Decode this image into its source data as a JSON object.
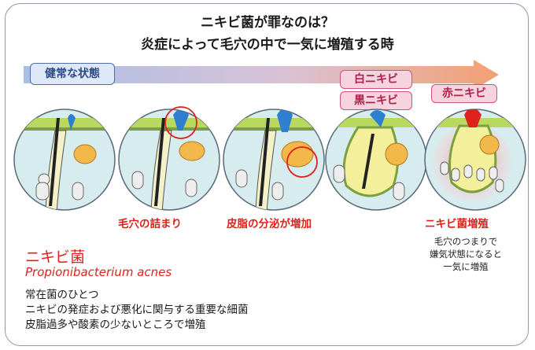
{
  "title": {
    "line1": "ニキビ菌が罪なのは？",
    "line2": "炎症によって毛穴の中で一気に増殖する時"
  },
  "badges": {
    "normal": "健常な状態",
    "white": "白ニキビ",
    "black": "黒ニキビ",
    "red": "赤ニキビ"
  },
  "stages": {
    "clog": "毛穴の詰まり",
    "sebum": "皮脂の分泌が増加",
    "proliferation": "ニキビ菌増殖"
  },
  "proliferation_note": [
    "毛穴のつまりで",
    "嫌気状態になると",
    "一気に増殖"
  ],
  "bacteria": {
    "name": "ニキビ菌",
    "scientific_name": "Propionibacterium acnes",
    "facts": [
      "常在菌のひとつ",
      "ニキビの発症および悪化に関与する重要な細菌",
      "皮脂過多や酸素の少ないところで増殖"
    ]
  },
  "colors": {
    "arrow_start": "#a8bfe6",
    "arrow_end": "#f4a070",
    "accent_red": "#e0201a",
    "skin_green": "#b8d860",
    "gland_yellow": "#f2b84a",
    "circle_bg": "#d7ecef"
  }
}
